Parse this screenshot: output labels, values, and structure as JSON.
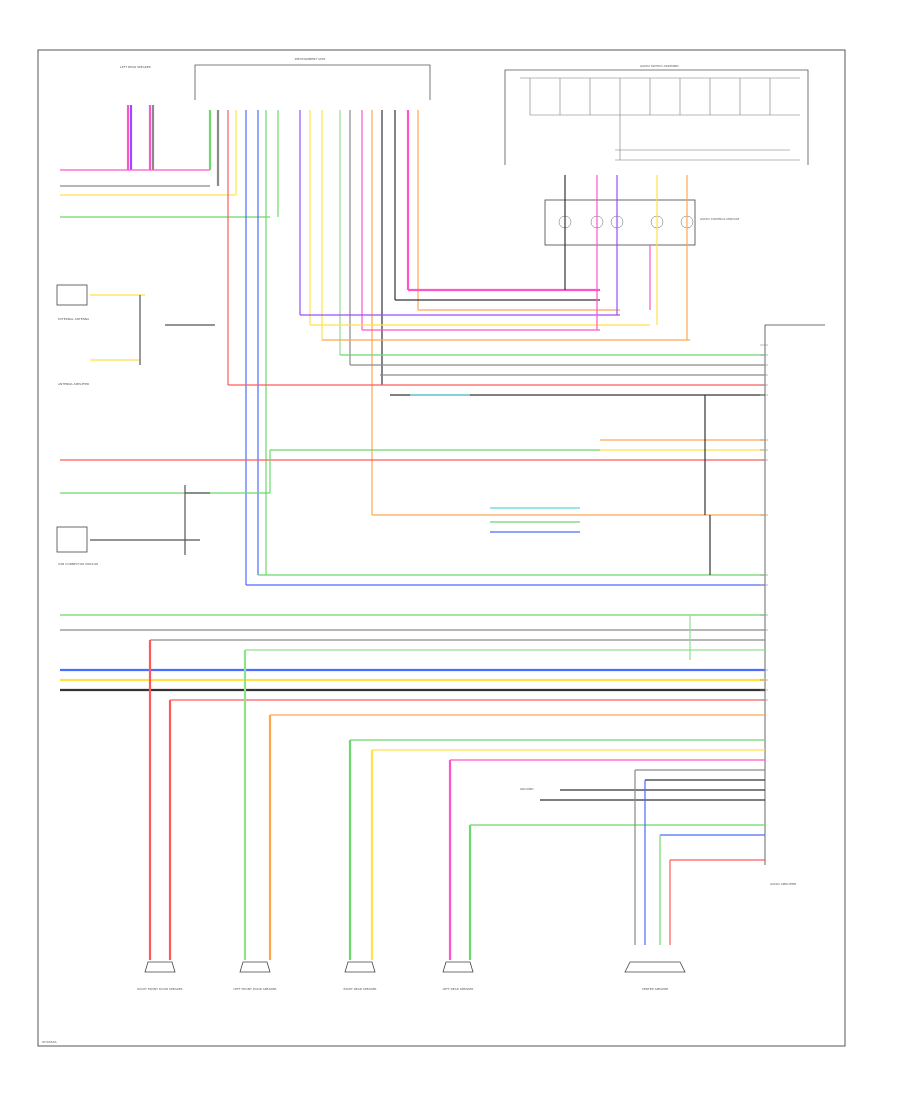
{
  "diagram": {
    "title_code": "W70050A",
    "components": {
      "left_rear_door_speaker": "LEFT REAR SPEAKER",
      "audio_unit_top": "INFOTAINMENT UNIT",
      "steering_switch": "AUDIO SWITCH ASSEMBLY",
      "rear_control_module": "AUDIO CONTROL MODULE",
      "external_antenna": "EXTERNAL ANTENNA",
      "antenna_amplifier": "ANTENNA AMPLIFIER",
      "usb_module": "USB CONNECTOR MODULE",
      "main_unit": "AUDIO AMPLIFIER",
      "speaker_1": "RIGHT FRONT DOOR SPEAKER",
      "speaker_2": "LEFT FRONT DOOR SPEAKER",
      "speaker_3": "RIGHT REAR SPEAKER",
      "speaker_4": "LEFT REAR SPEAKER",
      "speaker_5": "CENTER SPEAKER",
      "ground_label": "GROUND"
    },
    "wire_colors": {
      "pink": "#ff55cc",
      "violet": "#9a4dff",
      "yellow": "#ffe14a",
      "green": "#6cd86c",
      "red": "#ff5a5a",
      "blue": "#4a6cff",
      "orange": "#ffa64d",
      "gray": "#8a8a8a",
      "lightgreen": "#8fe08f",
      "cyan": "#5ad6e0",
      "black": "#333333",
      "lightyellow": "#f5f0a0"
    }
  }
}
